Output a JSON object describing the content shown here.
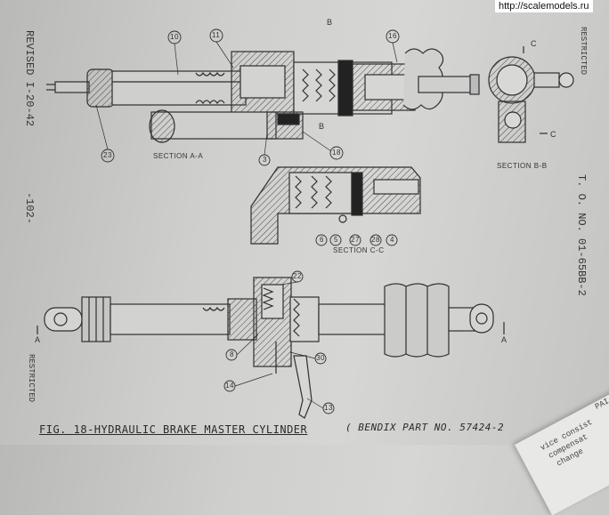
{
  "watermark": "http://scalemodels.ru",
  "margin": {
    "revised": "REVISED I-20-42",
    "page_no": "-102-",
    "restricted_left": "RESTRICTED",
    "restricted_right": "RESTRICTED",
    "to_no": "T. O. NO. 01-65BB-2"
  },
  "labels": {
    "section_aa": "SECTION  A-A",
    "section_bb": "SECTION  B-B",
    "section_cc": "SECTION  C-C",
    "b_top": "B",
    "b_bottom": "B",
    "c_top": "C",
    "c_bottom": "C",
    "a_left": "A",
    "a_right": "A"
  },
  "callouts": {
    "n10": "10",
    "n11": "11",
    "n16": "16",
    "n23": "23",
    "n3": "3",
    "n18": "18",
    "n6": "6",
    "n5": "5",
    "n27": "27",
    "n28": "28",
    "n4": "4",
    "n22": "22",
    "n8": "8",
    "n30": "30",
    "n14": "14",
    "n13": "13"
  },
  "caption": {
    "figure": "FIG. 18-HYDRAULIC BRAKE MASTER CYLINDER",
    "part": "( BENDIX PART NO. 57424-2"
  },
  "overlap_sheet": {
    "line1": "PAI",
    "line2": "vice consist",
    "line3": "compensat",
    "line4": "change"
  }
}
